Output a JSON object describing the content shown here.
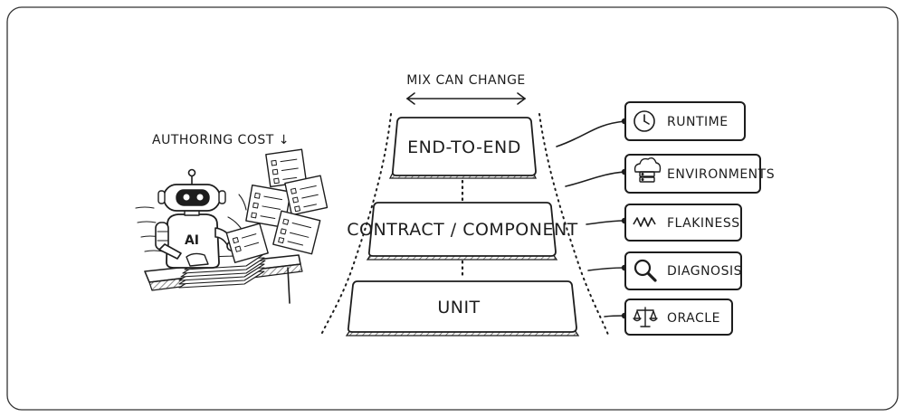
{
  "diagram": {
    "top_label": "MIX CAN CHANGE",
    "authoring_label": "AUTHORING COST ↓",
    "robot_badge": "AI",
    "tiers": [
      {
        "label": "END-TO-END"
      },
      {
        "label": "CONTRACT / COMPONENT"
      },
      {
        "label": "UNIT"
      }
    ],
    "factors": [
      {
        "label": "RUNTIME",
        "icon": "clock-icon"
      },
      {
        "label": "ENVIRONMENTS",
        "icon": "cloud-server-icon"
      },
      {
        "label": "FLAKINESS",
        "icon": "zigzag-icon"
      },
      {
        "label": "DIAGNOSIS",
        "icon": "magnifier-icon"
      },
      {
        "label": "ORACLE",
        "icon": "scales-icon"
      }
    ]
  }
}
